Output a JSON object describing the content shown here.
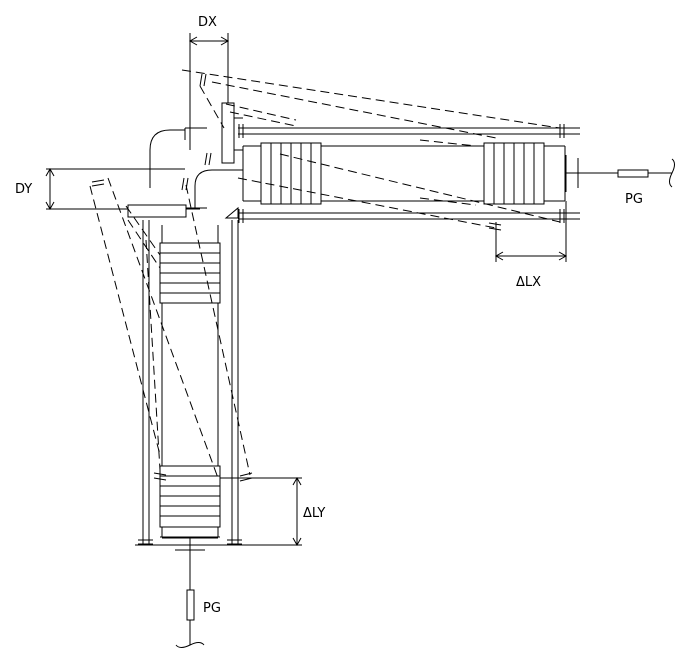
{
  "labels": {
    "dx": "DX",
    "dy": "DY",
    "delta_lx": "ΔLX",
    "delta_ly": "ΔLY",
    "pg_right": "PG",
    "pg_bottom": "PG"
  }
}
